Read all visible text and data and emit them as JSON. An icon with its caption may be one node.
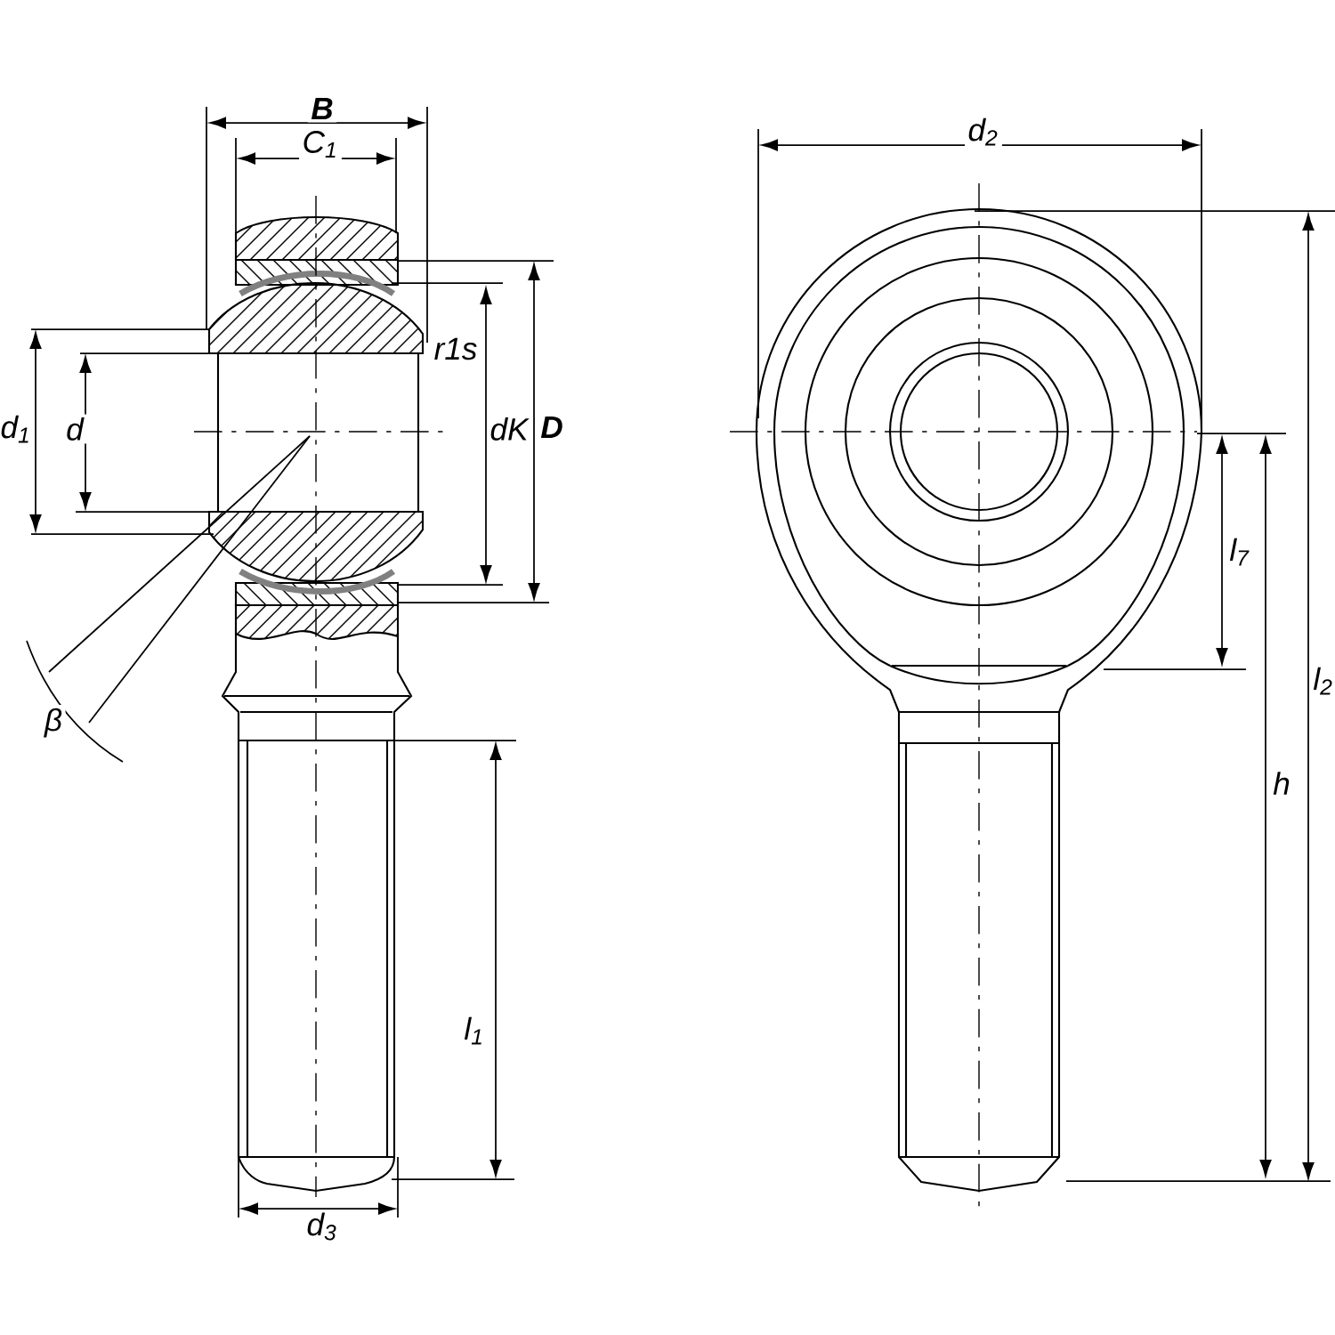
{
  "diagram": {
    "labels": [
      "B",
      "C$_{1}$",
      "r1s",
      "d$_{1}$",
      "d",
      "dK",
      "D",
      "β",
      "l$_{1}$",
      "d$_{3}$",
      "d$_{2}$",
      "l$_{7}$",
      "h",
      "l$_{2}$"
    ]
  }
}
